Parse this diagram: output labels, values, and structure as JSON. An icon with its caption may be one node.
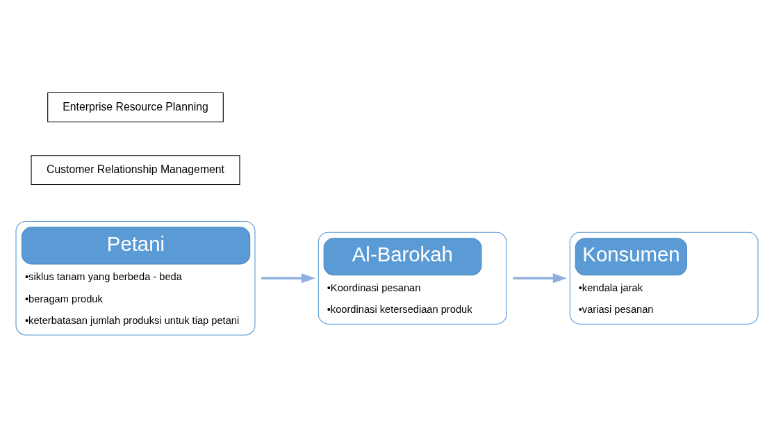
{
  "diagram": {
    "nodes": [
      {
        "text": [
          "Petani",
          "•siklus tanam yang berbeda - beda",
          "•beragam produk",
          "•keterbatasan jumlah produksi untuk tiap petani"
        ]
      },
      {
        "text": [
          "Al-Barokah",
          "•Koordinasi pesanan",
          "•koordinasi ketersediaan produk"
        ]
      },
      {
        "text": [
          "Konsumen",
          "•kendala jarak",
          "•variasi pesanan"
        ]
      },
      {
        "text": [
          "Customer Relationship Management"
        ]
      },
      {
        "text": [
          "Enterprise Resource Planning"
        ]
      }
    ],
    "edges": [
      {
        "from": 0,
        "to": 1,
        "arrow": "to"
      },
      {
        "from": 1,
        "to": 2,
        "arrow": "to"
      }
    ]
  }
}
